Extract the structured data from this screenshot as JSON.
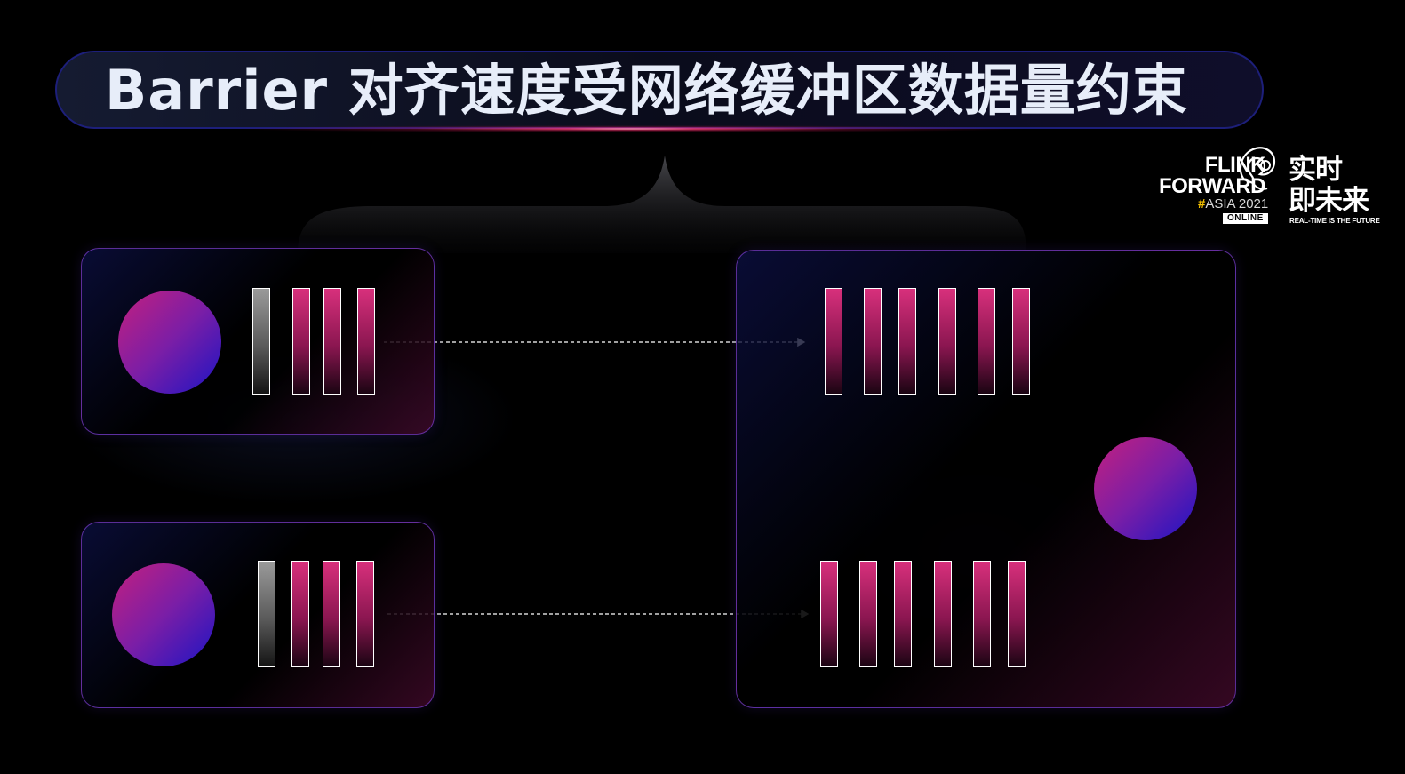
{
  "title": "Barrier 对齐速度受网络缓冲区数据量约束",
  "logo": {
    "line1": "FLINK",
    "line2": "FORWARD",
    "hash": "#",
    "event": "ASIA 2021",
    "badge": "ONLINE",
    "cn_line1": "实时",
    "cn_line2": "即未来",
    "tagline": "REAL-TIME IS THE FUTURE",
    "icon": "squirrel-icon"
  },
  "diagram": {
    "upstream_tasks": [
      {
        "buffers": [
          "barrier",
          "data",
          "data",
          "data"
        ]
      },
      {
        "buffers": [
          "barrier",
          "data",
          "data",
          "data"
        ]
      }
    ],
    "downstream_task": {
      "channels": [
        {
          "buffers": [
            "data",
            "data",
            "data",
            "data",
            "data",
            "data"
          ]
        },
        {
          "buffers": [
            "data",
            "data",
            "data",
            "data",
            "data",
            "data"
          ]
        }
      ]
    }
  },
  "colors": {
    "background": "#000000",
    "title_text": "#e7edf9",
    "accent_pink": "#d8307c",
    "accent_blue": "#1c14c4",
    "panel_border": "#7844c8"
  }
}
